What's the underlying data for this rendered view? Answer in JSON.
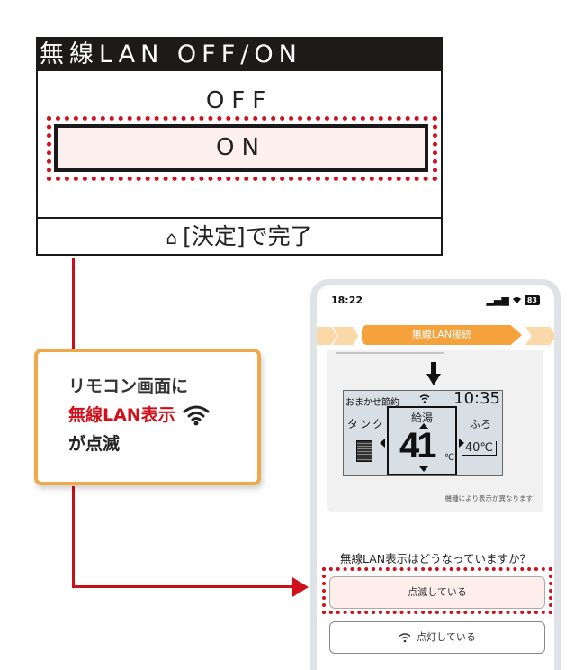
{
  "remote_screen": {
    "title": "無線LAN OFF/ON",
    "options": [
      "OFF",
      "ON"
    ],
    "selected": "ON",
    "footer_icon": "home-icon",
    "footer": "[決定]で完了"
  },
  "callout": {
    "line1": "リモコン画面に",
    "line2": "無線LAN表示",
    "line2_icon": "wifi-icon",
    "line3": "が点滅"
  },
  "phone": {
    "status_time": "18:22",
    "battery": "83",
    "step_label": "無線LAN接続",
    "remote_preview": {
      "mode": "おまかせ節約",
      "clock": "10:35",
      "tank_label": "タンク",
      "center_label": "給湯",
      "temperature": "41",
      "unit": "℃",
      "bath_label": "ふろ",
      "bath_temp": "40℃"
    },
    "note": "機種により表示が異なります",
    "question": "無線LAN表示はどうなっていますか？",
    "answers": [
      {
        "label": "点滅している",
        "highlighted": true
      },
      {
        "label": "点灯している",
        "icon": "wifi-icon",
        "highlighted": false
      }
    ]
  },
  "colors": {
    "accent_red": "#d0101a",
    "callout_border": "#f0a94a",
    "step_orange": "#f5a23c",
    "lcd_title_bg": "#1e1a18"
  }
}
